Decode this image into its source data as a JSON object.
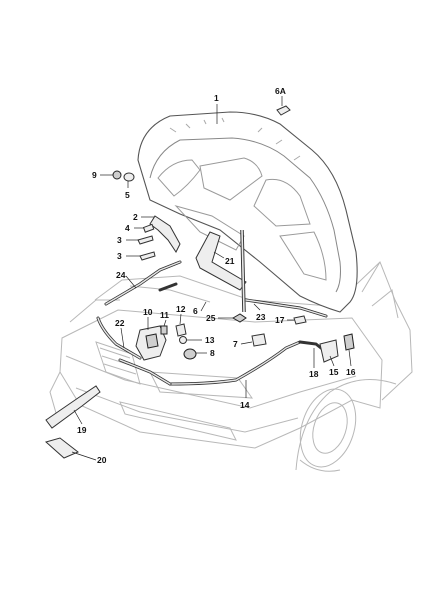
{
  "diagram": {
    "callouts": [
      {
        "label": "1"
      },
      {
        "label": "6A"
      },
      {
        "label": "9"
      },
      {
        "label": "5"
      },
      {
        "label": "2"
      },
      {
        "label": "4"
      },
      {
        "label": "3"
      },
      {
        "label": "3"
      },
      {
        "label": "21"
      },
      {
        "label": "24"
      },
      {
        "label": "6"
      },
      {
        "label": "25"
      },
      {
        "label": "23"
      },
      {
        "label": "17"
      },
      {
        "label": "10"
      },
      {
        "label": "11"
      },
      {
        "label": "12"
      },
      {
        "label": "22"
      },
      {
        "label": "13"
      },
      {
        "label": "7"
      },
      {
        "label": "8"
      },
      {
        "label": "18"
      },
      {
        "label": "15"
      },
      {
        "label": "16"
      },
      {
        "label": "14"
      },
      {
        "label": "19"
      },
      {
        "label": "20"
      }
    ]
  },
  "colors": {
    "ghost_lines": "#b8b8b8",
    "part_outline": "#333333",
    "part_fill": "#eeeeee",
    "callout_text": "#111111"
  }
}
